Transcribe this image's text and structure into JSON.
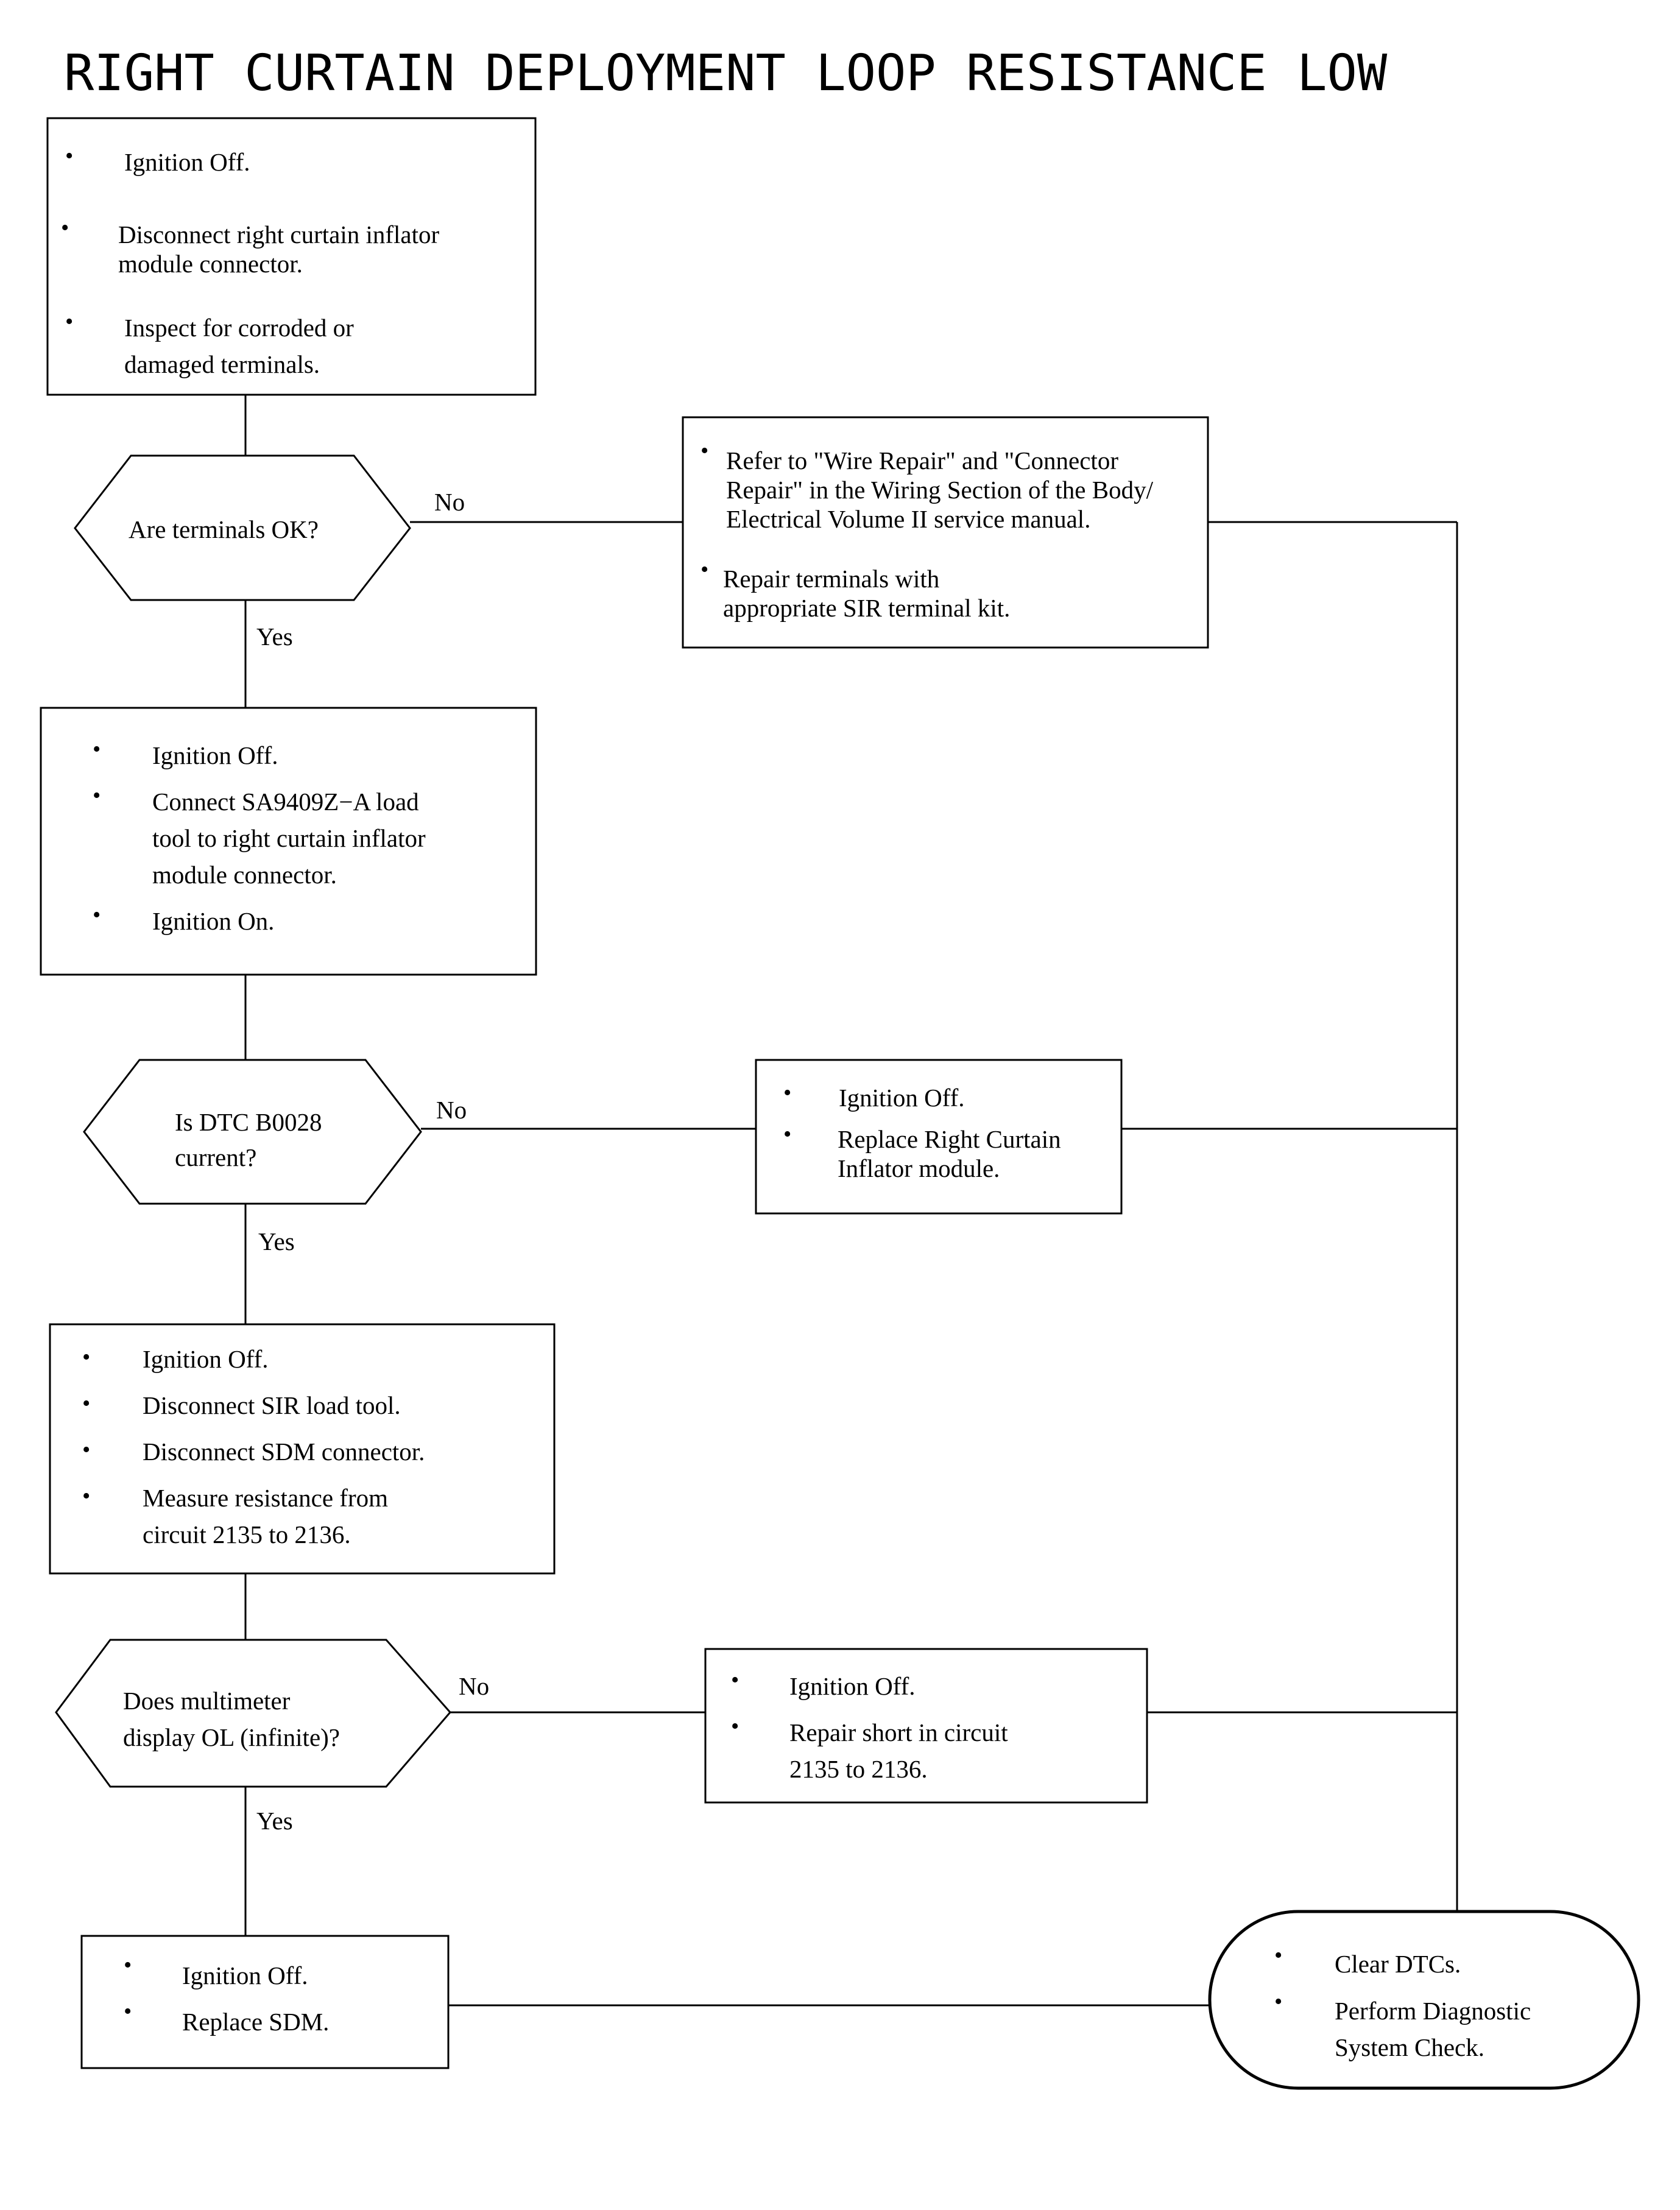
{
  "title": "RIGHT CURTAIN DEPLOYMENT LOOP RESISTANCE LOW",
  "bullet_char": "•",
  "labels": {
    "yes": "Yes",
    "no": "No"
  },
  "steps": {
    "step1": [
      "Ignition Off.",
      "Disconnect right curtain inflator",
      "module connector.",
      "Inspect for corroded or",
      "damaged terminals."
    ],
    "repair1": [
      "Refer to \"Wire Repair\" and \"Connector",
      "Repair\" in the Wiring Section of the Body/",
      "Electrical Volume II service manual.",
      "Repair terminals with",
      "appropriate SIR terminal kit."
    ],
    "step2": [
      "Ignition Off.",
      "Connect SA9409Z−A load",
      "tool to right curtain inflator",
      "module connector.",
      "Ignition On."
    ],
    "repair2": [
      "Ignition Off.",
      "Replace Right Curtain",
      "Inflator module."
    ],
    "step3": [
      "Ignition Off.",
      "Disconnect SIR load tool.",
      "Disconnect SDM connector.",
      "Measure resistance from",
      "circuit 2135 to 2136."
    ],
    "repair3": [
      "Ignition Off.",
      "Repair short in circuit",
      "2135 to 2136."
    ],
    "step4": [
      "Ignition Off.",
      "Replace SDM."
    ],
    "end": [
      "Clear DTCs.",
      "Perform Diagnostic",
      "System Check."
    ]
  },
  "decisions": {
    "d1": [
      "Are terminals OK?"
    ],
    "d2": [
      "Is DTC B0028",
      "current?"
    ],
    "d3": [
      "Does multimeter",
      "display OL (infinite)?"
    ]
  }
}
